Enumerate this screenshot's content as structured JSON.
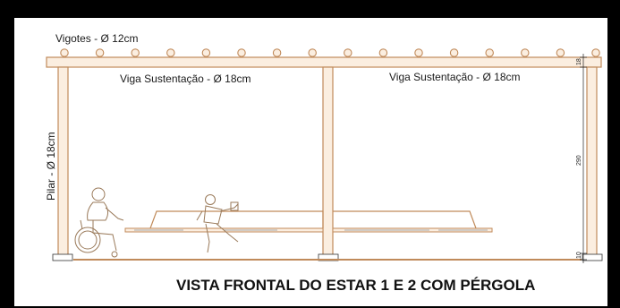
{
  "title": "VISTA FRONTAL DO ESTAR 1 E 2 COM PÉRGOLA",
  "labels": {
    "vigotes": "Vigotes - Ø 12cm",
    "viga_left": "Viga Sustentação - Ø 18cm",
    "viga_right": "Viga Sustentação - Ø 18cm",
    "pilar": "Pilar - Ø 18cm"
  },
  "dimensions": {
    "top": "18",
    "height": "290",
    "bottom": "10"
  },
  "colors": {
    "frame": "#000000",
    "paper": "#ffffff",
    "wood_fill": "#fbeee0",
    "wood_line": "#c08a5a",
    "ink": "#1a1a1a"
  },
  "vigote_count": 16
}
